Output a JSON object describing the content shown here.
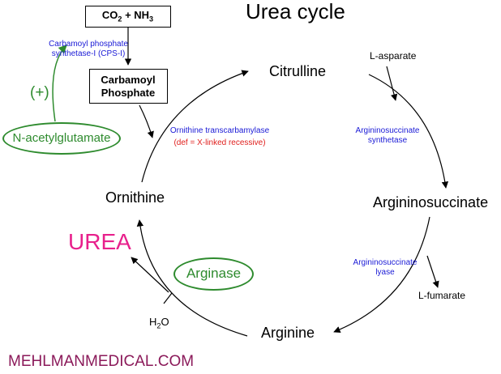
{
  "title": "Urea cycle",
  "inputs": {
    "co2": "CO",
    "co2_sub": "2",
    "plus": " + NH",
    "nh3_sub": "3"
  },
  "enzymes": {
    "cps1_line1": "Carbamoyl phosphate",
    "cps1_line2": "synthetase-I (CPS-I)",
    "otc": "Ornithine transcarbamylase",
    "otc_note": "(def = X-linked recessive)",
    "ass_line1": "Argininosuccinate",
    "ass_line2": "synthetase",
    "asl_line1": "Argininosuccinate",
    "asl_line2": "lyase",
    "arginase": "Arginase"
  },
  "intermediates": {
    "carbamoyl_line1": "Carbamoyl",
    "carbamoyl_line2": "Phosphate",
    "citrulline": "Citrulline",
    "argininosuccinate": "Argininosuccinate",
    "arginine": "Arginine",
    "ornithine": "Ornithine"
  },
  "cofactors": {
    "activator_sign": "(+)",
    "activator": "N-acetylglutamate",
    "aspartate": "L-asparate",
    "fumarate": "L-fumarate",
    "water": "H",
    "water_sub": "2",
    "water_o": "O",
    "urea": "UREA"
  },
  "footer": "MEHLMANMEDICAL.COM",
  "colors": {
    "enzyme": "#1a1ad6",
    "note": "#e0201e",
    "activator": "#2e8b2e",
    "urea": "#e8208c",
    "footer": "#8b1a5a"
  }
}
